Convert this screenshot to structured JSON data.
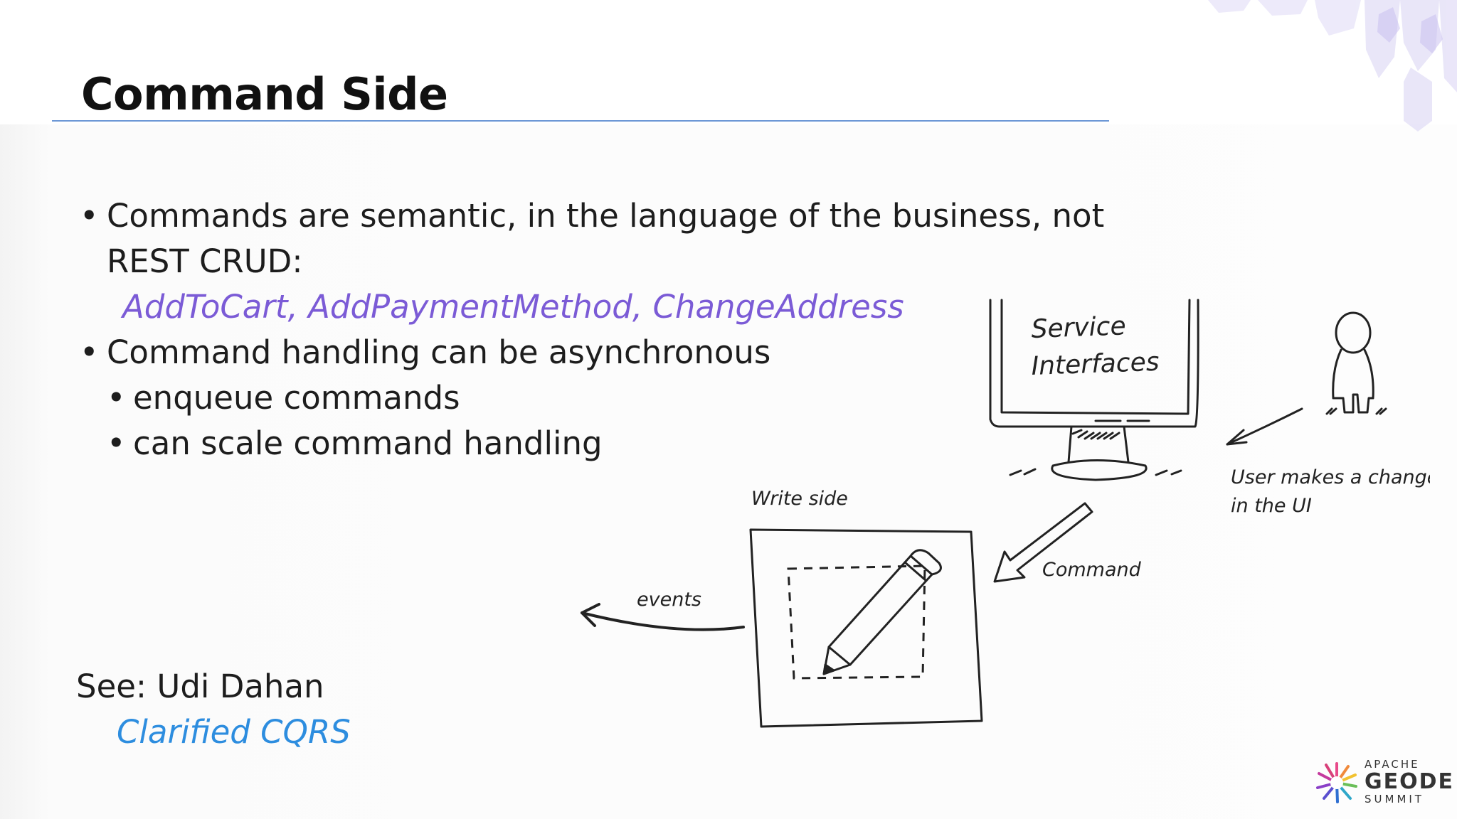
{
  "slide": {
    "title": "Command Side"
  },
  "bullets": {
    "b1_line1": "Commands are semantic, in the language of the business, not",
    "b1_line2": "REST CRUD:",
    "examples": "AddToCart, AddPaymentMethod, ChangeAddress",
    "b2": "Command handling can be asynchronous",
    "b2_sub1": "enqueue commands",
    "b2_sub2": "can scale command handling",
    "bullet_char": "•"
  },
  "reference": {
    "see": "See:  Udi Dahan",
    "link": "Clarified CQRS"
  },
  "diagram": {
    "monitor_line1": "Service",
    "monitor_line2": "Interfaces",
    "user_line1": "User makes a change",
    "user_line2": "in the UI",
    "command_label": "Command",
    "write_side_label": "Write side",
    "events_label": "events"
  },
  "logo": {
    "apache": "APACHE",
    "geode": "GEODE",
    "summit": "SUMMIT"
  },
  "colors": {
    "accent_purple": "#7b5bd6",
    "link_blue": "#2d8ddf",
    "title_rule": "#6c97d6"
  }
}
